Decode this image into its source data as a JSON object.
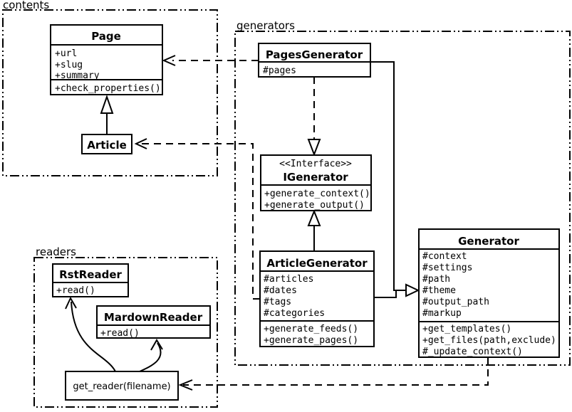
{
  "diagram": {
    "title": "uml-class-diagram",
    "packages": {
      "contents": {
        "label": "contents"
      },
      "generators": {
        "label": "generators"
      },
      "readers": {
        "label": "readers"
      }
    },
    "classes": {
      "page": {
        "title": "Page",
        "attributes": [
          "+url",
          "+slug",
          "+summary"
        ],
        "methods": [
          "+check_properties()"
        ]
      },
      "article": {
        "title": "Article"
      },
      "pages_generator": {
        "title": "PagesGenerator",
        "attributes": [
          "#pages"
        ]
      },
      "igenerator": {
        "stereotype": "<<Interface>>",
        "title": "IGenerator",
        "methods": [
          "+generate_context()",
          "+generate_output()"
        ]
      },
      "article_generator": {
        "title": "ArticleGenerator",
        "attributes": [
          "#articles",
          "#dates",
          "#tags",
          "#categories"
        ],
        "methods": [
          "+generate_feeds()",
          "+generate_pages()"
        ]
      },
      "generator": {
        "title": "Generator",
        "attributes": [
          "#context",
          "#settings",
          "#path",
          "#theme",
          "#output_path",
          "#markup"
        ],
        "methods": [
          "+get_templates()",
          "+get_files(path,exclude)",
          "#_update_context()"
        ]
      },
      "rst_reader": {
        "title": "RstReader",
        "methods": [
          "+read()"
        ]
      },
      "mardown_reader": {
        "title": "MardownReader",
        "methods": [
          "+read()"
        ]
      },
      "get_reader": {
        "label": "get_reader(filename)"
      }
    },
    "colors": {
      "stroke": "#000000",
      "fill": "#ffffff",
      "background": "#ffffff"
    }
  }
}
